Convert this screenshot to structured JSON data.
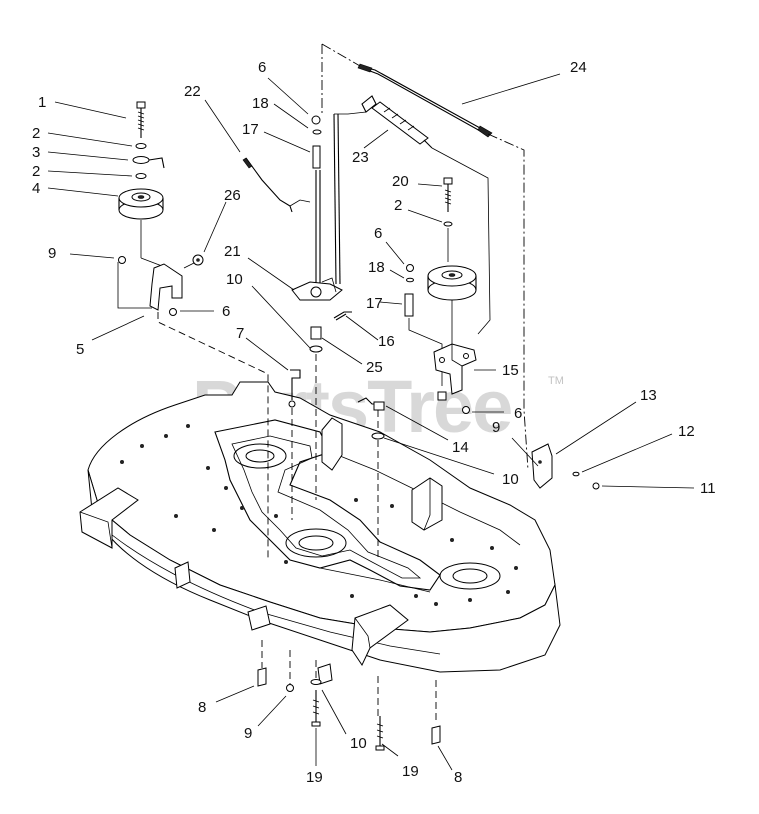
{
  "watermark": {
    "text": "PartsTree",
    "trademark": "TM"
  },
  "callouts": [
    {
      "id": "c1",
      "label": "1"
    },
    {
      "id": "c2a",
      "label": "2"
    },
    {
      "id": "c3",
      "label": "3"
    },
    {
      "id": "c2b",
      "label": "2"
    },
    {
      "id": "c4",
      "label": "4"
    },
    {
      "id": "c22",
      "label": "22"
    },
    {
      "id": "c6a",
      "label": "6"
    },
    {
      "id": "c18a",
      "label": "18"
    },
    {
      "id": "c17a",
      "label": "17"
    },
    {
      "id": "c24",
      "label": "24"
    },
    {
      "id": "c23",
      "label": "23"
    },
    {
      "id": "c20",
      "label": "20"
    },
    {
      "id": "c2c",
      "label": "2"
    },
    {
      "id": "c26",
      "label": "26"
    },
    {
      "id": "c9a",
      "label": "9"
    },
    {
      "id": "c6b",
      "label": "6"
    },
    {
      "id": "c21",
      "label": "21"
    },
    {
      "id": "c10a",
      "label": "10"
    },
    {
      "id": "c18b",
      "label": "18"
    },
    {
      "id": "c17b",
      "label": "17"
    },
    {
      "id": "c6c",
      "label": "6"
    },
    {
      "id": "c5",
      "label": "5"
    },
    {
      "id": "c16",
      "label": "16"
    },
    {
      "id": "c7",
      "label": "7"
    },
    {
      "id": "c25",
      "label": "25"
    },
    {
      "id": "c15",
      "label": "15"
    },
    {
      "id": "c13",
      "label": "13"
    },
    {
      "id": "c6d",
      "label": "6"
    },
    {
      "id": "c14",
      "label": "14"
    },
    {
      "id": "c12",
      "label": "12"
    },
    {
      "id": "c9b",
      "label": "9"
    },
    {
      "id": "c10b",
      "label": "10"
    },
    {
      "id": "c11",
      "label": "11"
    },
    {
      "id": "c8a",
      "label": "8"
    },
    {
      "id": "c9c",
      "label": "9"
    },
    {
      "id": "c10c",
      "label": "10"
    },
    {
      "id": "c19a",
      "label": "19"
    },
    {
      "id": "c19b",
      "label": "19"
    },
    {
      "id": "c8b",
      "label": "8"
    }
  ]
}
